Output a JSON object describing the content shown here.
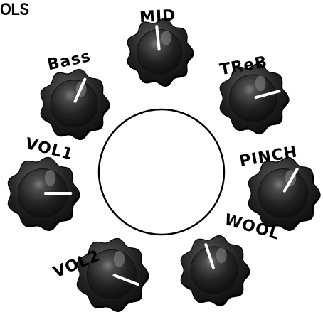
{
  "header": {
    "title": "OLS"
  },
  "knobs": [
    {
      "id": "mid",
      "label": "MID",
      "value": 0.48
    },
    {
      "id": "bass",
      "label": "Bass",
      "value": 0.58
    },
    {
      "id": "treb",
      "label": "TReB",
      "value": 0.75
    },
    {
      "id": "vol1",
      "label": "VOL1",
      "value": 0.8
    },
    {
      "id": "pinch",
      "label": "PINCH",
      "value": 0.6
    },
    {
      "id": "vol2",
      "label": "VOL2",
      "value": 0.87
    },
    {
      "id": "wool",
      "label": "WOOL",
      "value": 0.44
    }
  ],
  "center_display": {
    "content": ""
  },
  "colors": {
    "knob_body": "#1b1b1b",
    "knob_highlight": "#6a6a6a",
    "indicator": "#ffffff",
    "ink": "#000000"
  }
}
